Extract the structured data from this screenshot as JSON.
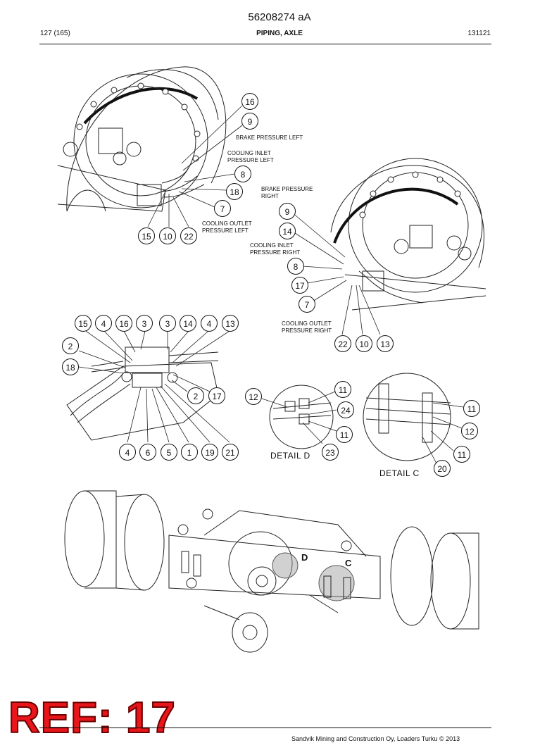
{
  "document": {
    "title": "56208274 aA",
    "page": "127 (165)",
    "section": "PIPING, AXLE",
    "date": "131121",
    "footer": "Sandvik Mining and Construction Oy, Loaders Turku © 2013",
    "ref_stamp": "REF: 17"
  },
  "labels": {
    "brake_left": "BRAKE PRESSURE LEFT",
    "cooling_inlet_left": "COOLING INLET PRESSURE LEFT",
    "cooling_outlet_left": "COOLING OUTLET PRESSURE LEFT",
    "brake_right": "BRAKE PRESSURE RIGHT",
    "cooling_inlet_right": "COOLING INLET PRESSURE RIGHT",
    "cooling_outlet_right": "COOLING OUTLET PRESSURE RIGHT",
    "detail_d": "DETAIL D",
    "detail_c": "DETAIL C",
    "letter_d": "D",
    "letter_c": "C"
  },
  "callouts": {
    "left_view": [
      "16",
      "9",
      "8",
      "18",
      "7",
      "15",
      "10",
      "22"
    ],
    "right_view": [
      "9",
      "14",
      "8",
      "17",
      "7",
      "22",
      "10",
      "13"
    ],
    "valve_top": [
      "15",
      "4",
      "16",
      "3",
      "3",
      "14",
      "4",
      "13"
    ],
    "valve_side": [
      "2",
      "18",
      "2",
      "17"
    ],
    "valve_bottom": [
      "4",
      "6",
      "5",
      "1",
      "19",
      "21"
    ],
    "detail_d": [
      "12",
      "11",
      "24",
      "11",
      "23"
    ],
    "detail_c": [
      "11",
      "12",
      "11",
      "20"
    ]
  }
}
